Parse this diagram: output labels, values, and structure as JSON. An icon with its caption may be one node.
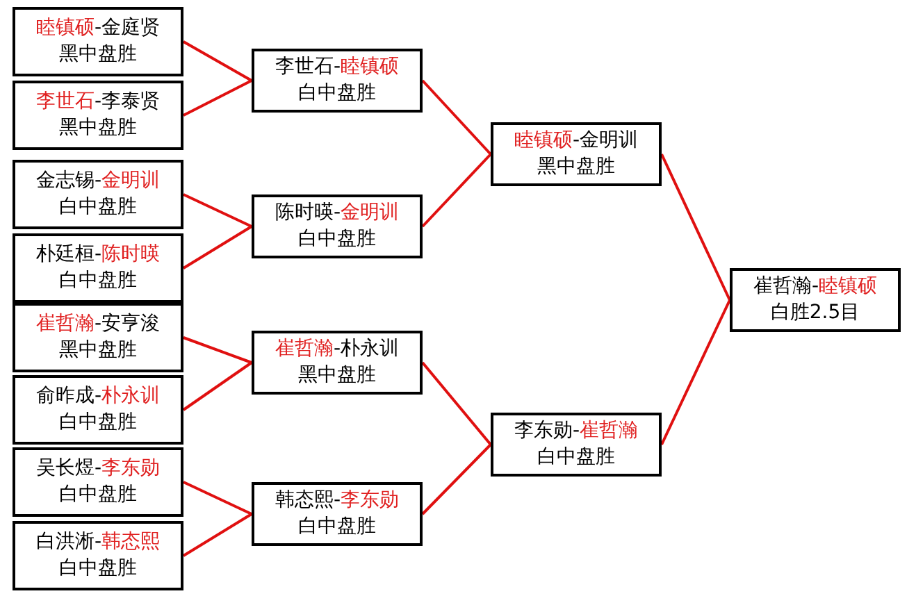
{
  "diagram": {
    "nodes": [
      {
        "text": [
          "睦镇硕-金庭贤",
          "黑中盘胜"
        ]
      },
      {
        "text": [
          "李世石-李泰贤",
          "黑中盘胜"
        ]
      },
      {
        "text": [
          "金志锡-金明训",
          "白中盘胜"
        ]
      },
      {
        "text": [
          "朴廷桓-陈时暎",
          "白中盘胜"
        ]
      },
      {
        "text": [
          "崔哲瀚-安亨浚",
          "黑中盘胜"
        ]
      },
      {
        "text": [
          "俞昨成-朴永训",
          "白中盘胜"
        ]
      },
      {
        "text": [
          "吴长煜-李东勋",
          "白中盘胜"
        ]
      },
      {
        "text": [
          "白洪淅-韩态熙",
          "白中盘胜"
        ]
      },
      {
        "text": [
          "李世石-睦镇硕",
          "白中盘胜"
        ]
      },
      {
        "text": [
          "陈时暎-金明训",
          "白中盘胜"
        ]
      },
      {
        "text": [
          "崔哲瀚-朴永训",
          "黑中盘胜"
        ]
      },
      {
        "text": [
          "韩态熙-李东勋",
          "白中盘胜"
        ]
      },
      {
        "text": [
          "睦镇硕-金明训",
          "黑中盘胜"
        ]
      },
      {
        "text": [
          "李东勋-崔哲瀚",
          "白中盘胜"
        ]
      },
      {
        "text": [
          "崔哲瀚-睦镇硕",
          "白胜2.5目"
        ]
      }
    ],
    "edges": [
      {
        "from": 0,
        "to": 8,
        "arrow": "none"
      },
      {
        "from": 1,
        "to": 8,
        "arrow": "none"
      },
      {
        "from": 2,
        "to": 9,
        "arrow": "none"
      },
      {
        "from": 3,
        "to": 9,
        "arrow": "none"
      },
      {
        "from": 4,
        "to": 10,
        "arrow": "none"
      },
      {
        "from": 5,
        "to": 10,
        "arrow": "none"
      },
      {
        "from": 6,
        "to": 11,
        "arrow": "none"
      },
      {
        "from": 7,
        "to": 11,
        "arrow": "none"
      },
      {
        "from": 8,
        "to": 12,
        "arrow": "none"
      },
      {
        "from": 9,
        "to": 12,
        "arrow": "none"
      },
      {
        "from": 10,
        "to": 13,
        "arrow": "none"
      },
      {
        "from": 11,
        "to": 13,
        "arrow": "none"
      },
      {
        "from": 12,
        "to": 14,
        "arrow": "none"
      },
      {
        "from": 13,
        "to": 14,
        "arrow": "none"
      }
    ]
  }
}
